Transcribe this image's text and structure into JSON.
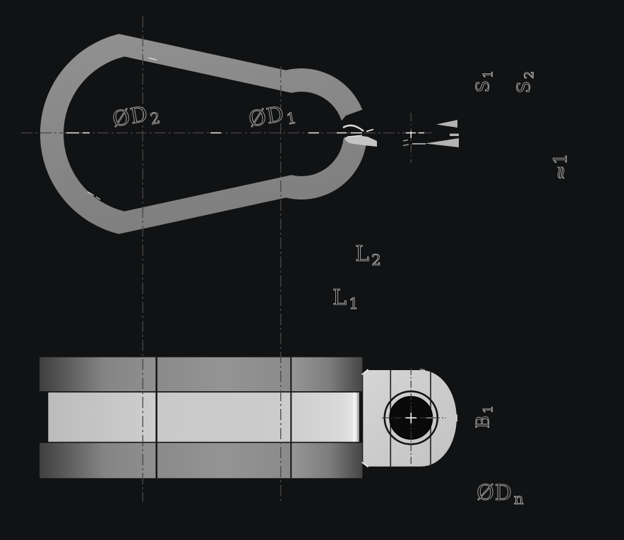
{
  "labels": {
    "d2": {
      "main": "ØD",
      "sub": "2"
    },
    "d1": {
      "main": "ØD",
      "sub": "1"
    },
    "s1": {
      "main": "S",
      "sub": "1"
    },
    "s2": {
      "main": "S",
      "sub": "2"
    },
    "approx1": {
      "main": "≈1",
      "sub": ""
    },
    "l2": {
      "main": "L",
      "sub": "2"
    },
    "l1": {
      "main": "L",
      "sub": "1"
    },
    "b1": {
      "main": "B",
      "sub": "1"
    },
    "dn": {
      "main": "ØD",
      "sub": "n"
    }
  },
  "colors": {
    "background": "#111213",
    "ring_gray": "#8a8a8a",
    "bar_dark_gray": "#8e8e8e",
    "bar_light_gray": "#c9c9c9",
    "clevis_gray": "#cbcbcb",
    "hole_black": "#0a0a0a",
    "centerline_gray": "#484848",
    "label_outline_gray": "#9b9b9b",
    "highlight_white": "#f0f0f0",
    "dim_mark_gray": "#b3b3b3"
  }
}
